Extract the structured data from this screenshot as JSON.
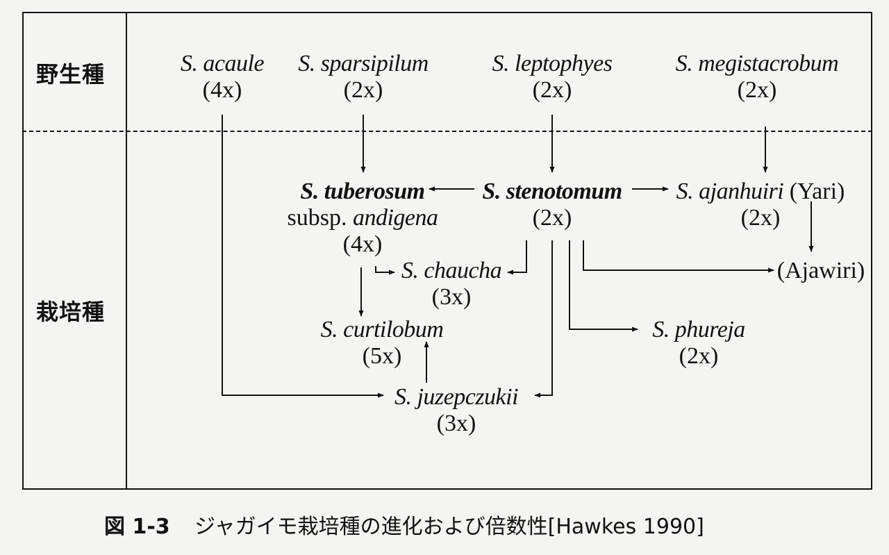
{
  "rows": {
    "wild": "野生種",
    "cultivated": "栽培種"
  },
  "nodes": {
    "acaule": {
      "name": "S. acaule",
      "ploidy": "(4x)"
    },
    "sparsipilum": {
      "name": "S. sparsipilum",
      "ploidy": "(2x)"
    },
    "leptophyes": {
      "name": "S. leptophyes",
      "ploidy": "(2x)"
    },
    "megistacrobum": {
      "name": "S. megistacrobum",
      "ploidy": "(2x)"
    },
    "tuberosum": {
      "name": "S. tuberosum",
      "subsp_prefix": "subsp.",
      "subsp_name": "andigena",
      "ploidy": "(4x)"
    },
    "stenotomum": {
      "name": "S. stenotomum",
      "ploidy": "(2x)"
    },
    "ajanhuiri": {
      "name": "S. ajanhuiri",
      "alias": "(Yari)",
      "ploidy": "(2x)"
    },
    "ajawiri": {
      "name": "(Ajawiri)"
    },
    "chaucha": {
      "name": "S. chaucha",
      "ploidy": "(3x)"
    },
    "curtilobum": {
      "name": "S. curtilobum",
      "ploidy": "(5x)"
    },
    "phureja": {
      "name": "S. phureja",
      "ploidy": "(2x)"
    },
    "juzepczukii": {
      "name": "S. juzepczukii",
      "ploidy": "(3x)"
    }
  },
  "edges": [
    {
      "from": "sparsipilum",
      "to": "tuberosum"
    },
    {
      "from": "leptophyes",
      "to": "stenotomum"
    },
    {
      "from": "megistacrobum",
      "to": "ajanhuiri"
    },
    {
      "from": "stenotomum",
      "to": "tuberosum"
    },
    {
      "from": "stenotomum",
      "to": "ajanhuiri"
    },
    {
      "from": "ajanhuiri",
      "to": "ajawiri"
    },
    {
      "from": "stenotomum",
      "to": "ajawiri"
    },
    {
      "from": "tuberosum",
      "to": "chaucha"
    },
    {
      "from": "stenotomum",
      "to": "chaucha"
    },
    {
      "from": "tuberosum",
      "to": "curtilobum"
    },
    {
      "from": "juzepczukii",
      "to": "curtilobum"
    },
    {
      "from": "stenotomum",
      "to": "phureja"
    },
    {
      "from": "stenotomum",
      "to": "juzepczukii"
    },
    {
      "from": "acaule",
      "to": "juzepczukii"
    }
  ],
  "caption": {
    "figure_number": "図 1-3",
    "title": "ジャガイモ栽培種の進化および倍数性[Hawkes 1990]"
  }
}
